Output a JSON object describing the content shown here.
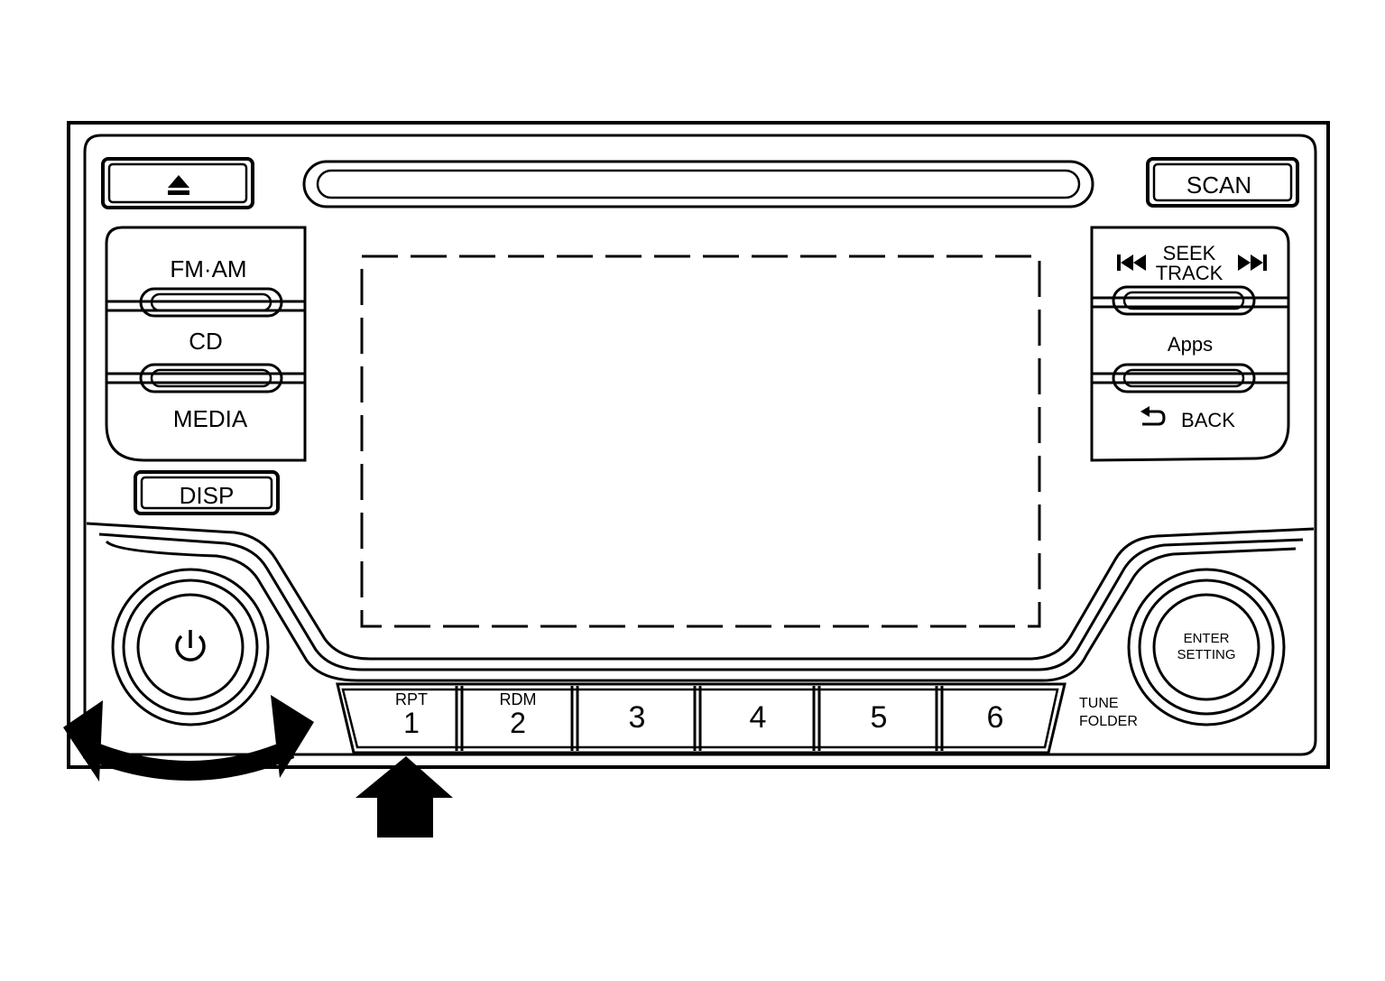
{
  "buttons": {
    "eject_icon": "eject-icon",
    "scan_label": "SCAN",
    "fm_am_label": "FM·AM",
    "cd_label": "CD",
    "media_label": "MEDIA",
    "disp_label": "DISP",
    "seek_label": "SEEK",
    "track_label": "TRACK",
    "apps_label": "Apps",
    "back_label": "BACK",
    "enter_label": "ENTER",
    "setting_label": "SETTING",
    "tune_label": "TUNE",
    "folder_label": "FOLDER",
    "power_icon": "power-icon"
  },
  "presets": [
    {
      "sub": "RPT",
      "num": "1"
    },
    {
      "sub": "RDM",
      "num": "2"
    },
    {
      "sub": "",
      "num": "3"
    },
    {
      "sub": "",
      "num": "4"
    },
    {
      "sub": "",
      "num": "5"
    },
    {
      "sub": "",
      "num": "6"
    }
  ],
  "annotations": {
    "rotate_arrow": "rotate-double-arrow",
    "pointer_arrow": "up-arrow-pointing-preset-1"
  }
}
